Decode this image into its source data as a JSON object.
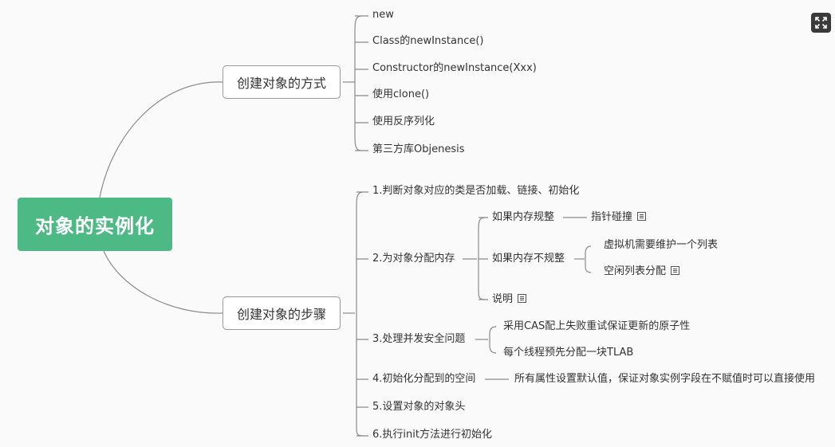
{
  "root": "对象的实例化",
  "branches": {
    "ways": {
      "label": "创建对象的方式",
      "items": [
        "new",
        "Class的newInstance()",
        "Constructor的newInstance(Xxx)",
        "使用clone()",
        "使用反序列化",
        "第三方库Objenesis"
      ]
    },
    "steps": {
      "label": "创建对象的步骤",
      "s1": "1.判断对象对应的类是否加载、链接、初始化",
      "s2": {
        "label": "2.为对象分配内存",
        "regular": "如果内存规整",
        "regular_child": "指针碰撞",
        "irregular": "如果内存不规整",
        "irregular_children": [
          "虚拟机需要维护一个列表",
          "空闲列表分配"
        ],
        "explain": "说明"
      },
      "s3": {
        "label": "3.处理并发安全问题",
        "children": [
          "采用CAS配上失败重试保证更新的原子性",
          "每个线程预先分配一块TLAB"
        ]
      },
      "s4": {
        "label": "4.初始化分配到的空间",
        "child": "所有属性设置默认值，保证对象实例字段在不赋值时可以直接使用"
      },
      "s5": "5.设置对象的对象头",
      "s6": "6.执行init方法进行初始化"
    }
  },
  "colors": {
    "root_bg": "#4dba85",
    "line": "#8a8a8a"
  },
  "icons": {
    "fullscreen": "fullscreen-icon",
    "note": "note-icon"
  }
}
